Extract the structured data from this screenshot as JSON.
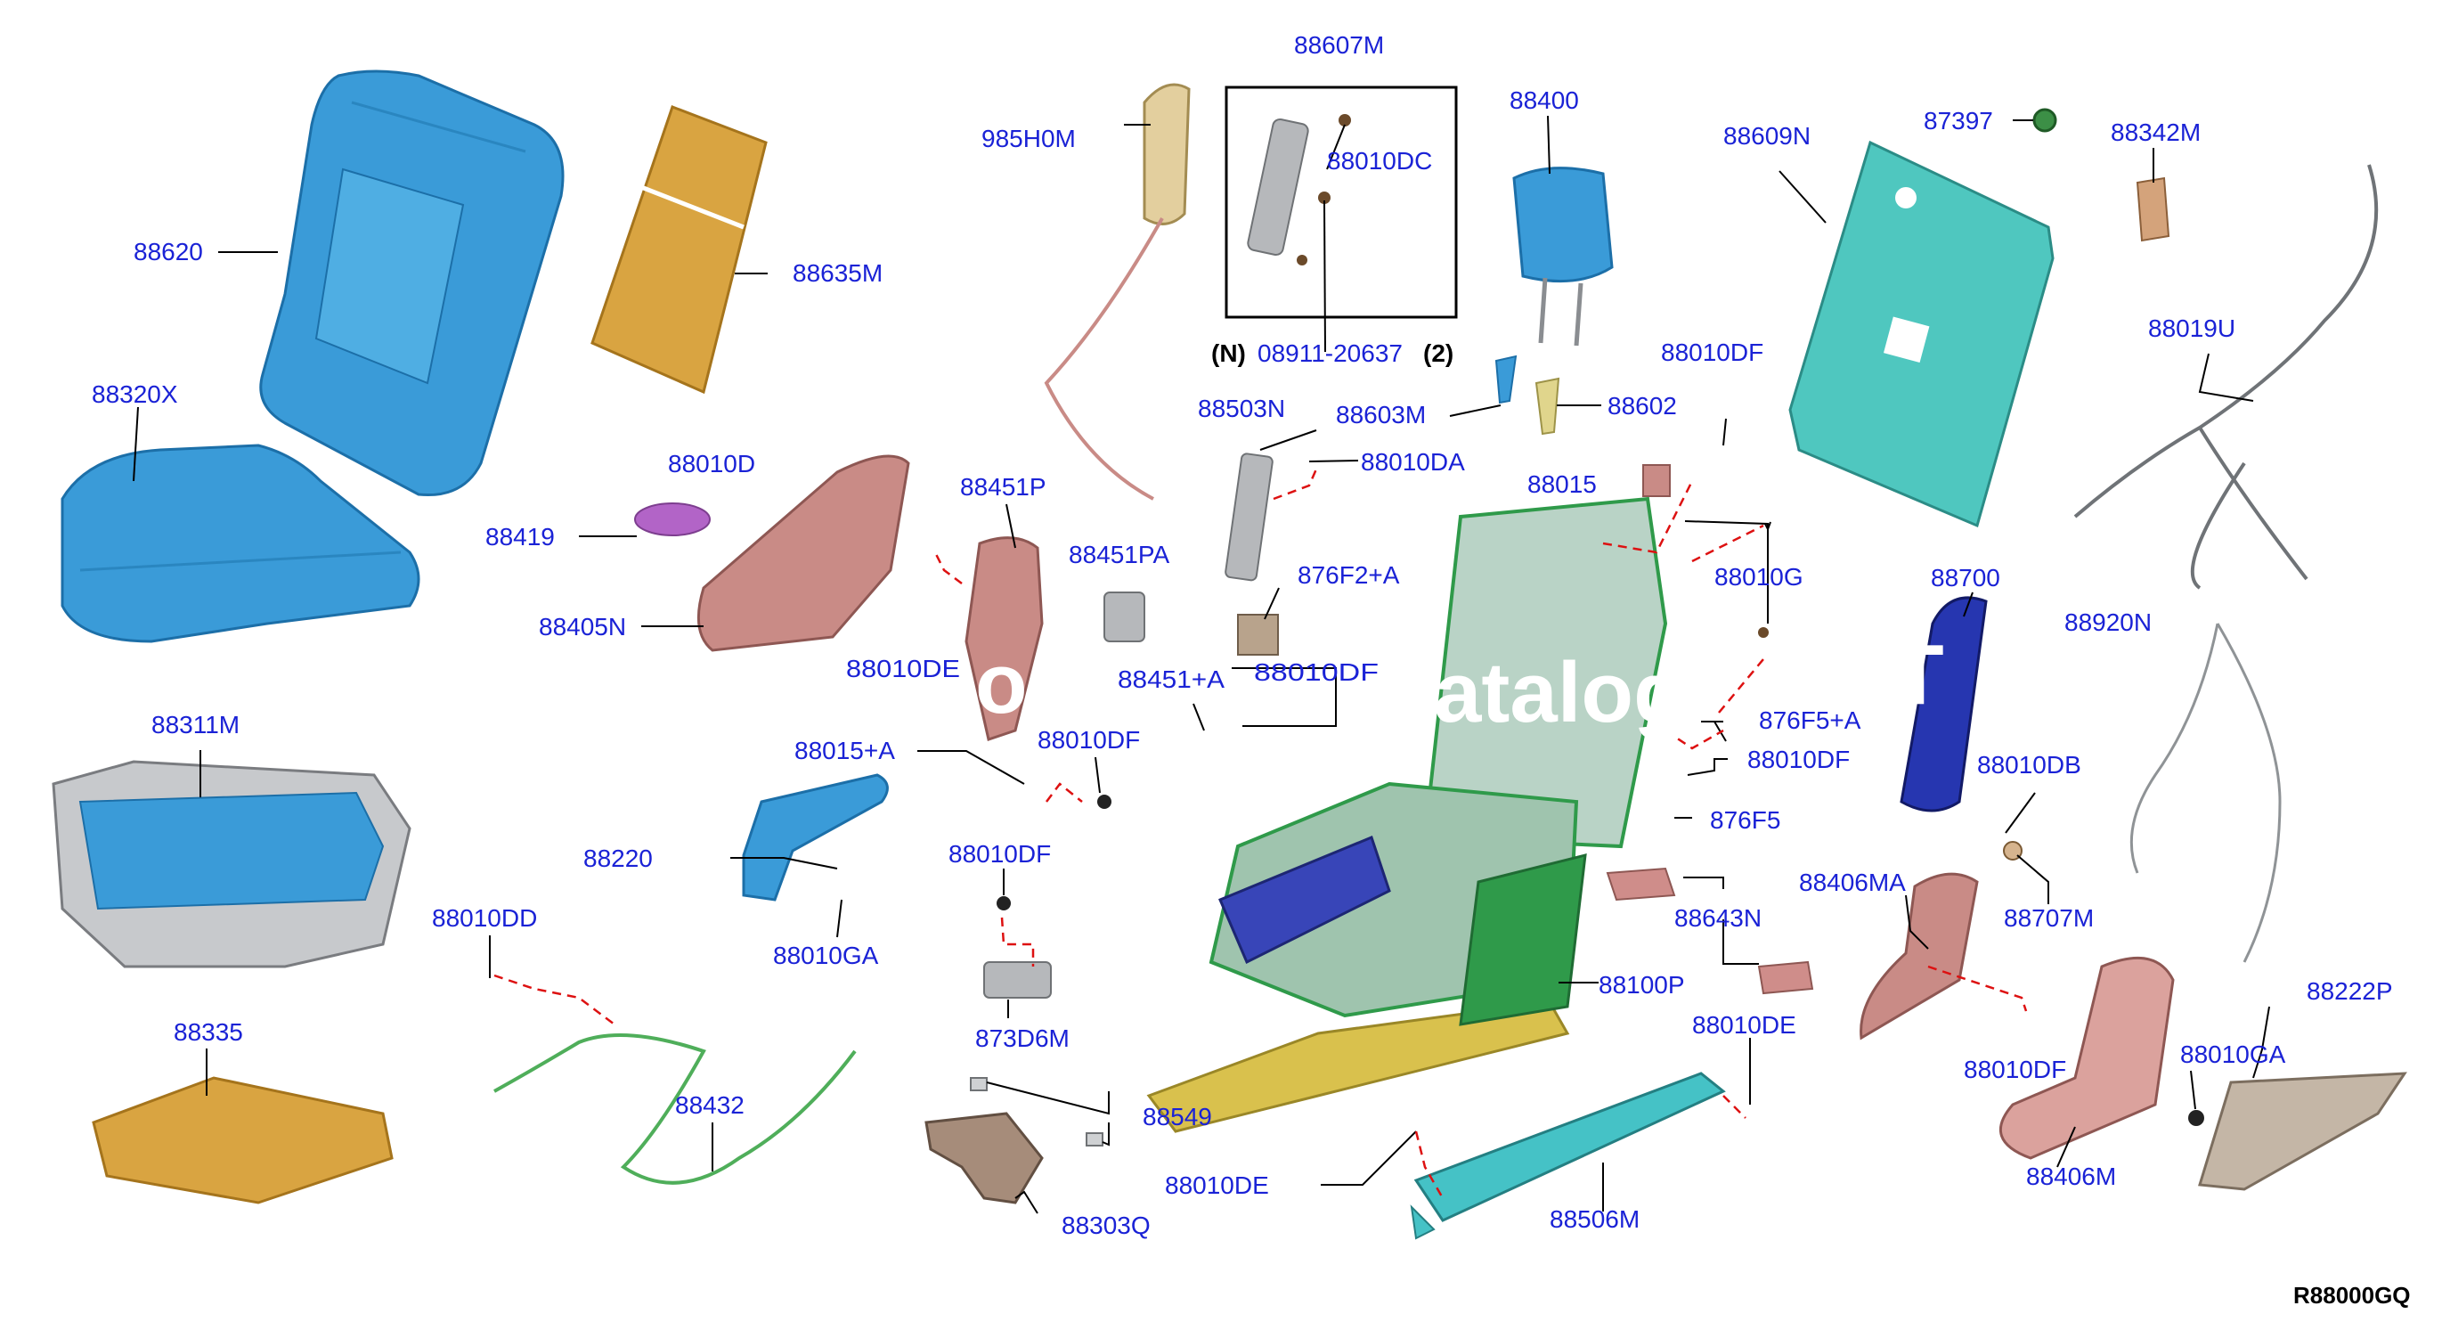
{
  "diagram": {
    "reference_code": "R88000GQ",
    "watermark_parts": [
      "ffo",
      "o",
      "atalog",
      "ST"
    ],
    "colors": {
      "label": "#1a22d6",
      "seat_blue": "#3a9bd8",
      "foam_orange": "#d9a441",
      "frame_green": "#2f9a4a",
      "pink_trim": "#c98b86",
      "cyan_rail": "#45c2c6",
      "leader_dash": "#d11111"
    },
    "labels": {
      "p88620": "88620",
      "p88635M": "88635M",
      "p88320X": "88320X",
      "p88419": "88419",
      "p88010D": "88010D",
      "p88405N": "88405N",
      "p88451P": "88451P",
      "p88451PA": "88451PA",
      "p985H0M": "985H0M",
      "p88607M": "88607M",
      "p88010DC": "88010DC",
      "p08911_pre": "(N)",
      "p08911": "08911-20637",
      "p08911_post": "(2)",
      "p88400": "88400",
      "p88603M": "88603M",
      "p88602": "88602",
      "p88503N": "88503N",
      "p88010DA": "88010DA",
      "p876F2A": "876F2+A",
      "p88010DF_a": "88010DF",
      "p88015": "88015",
      "p88010G": "88010G",
      "p88609N": "88609N",
      "p87397": "87397",
      "p88342M": "88342M",
      "p88019U": "88019U",
      "p88700": "88700",
      "p88920N": "88920N",
      "p88010DB": "88010DB",
      "p88707M": "88707M",
      "p88406MA": "88406MA",
      "p88010DF_b": "88010DF",
      "p88222P": "88222P",
      "p88010GA_r": "88010GA",
      "p88406M": "88406M",
      "p876F5A": "876F5+A",
      "p88010DF_c": "88010DF",
      "p876F5": "876F5",
      "p88643N": "88643N",
      "p88100P": "88100P",
      "p88010DE_r": "88010DE",
      "p88506M": "88506M",
      "p88010DE_l": "88010DE",
      "p88311M": "88311M",
      "p88015A": "88015+A",
      "p88010DF_d": "88010DF",
      "p88220": "88220",
      "p88010GA": "88010GA",
      "p88010DF_e": "88010DF",
      "p873D6M": "873D6M",
      "p88010DD": "88010DD",
      "p88432": "88432",
      "p88335": "88335",
      "p88549": "88549",
      "p88303Q": "88303Q",
      "p88010DE_partial": "88010DE",
      "p88451_partial": "88451+A",
      "p88010DF_partial": "88010DF"
    }
  }
}
